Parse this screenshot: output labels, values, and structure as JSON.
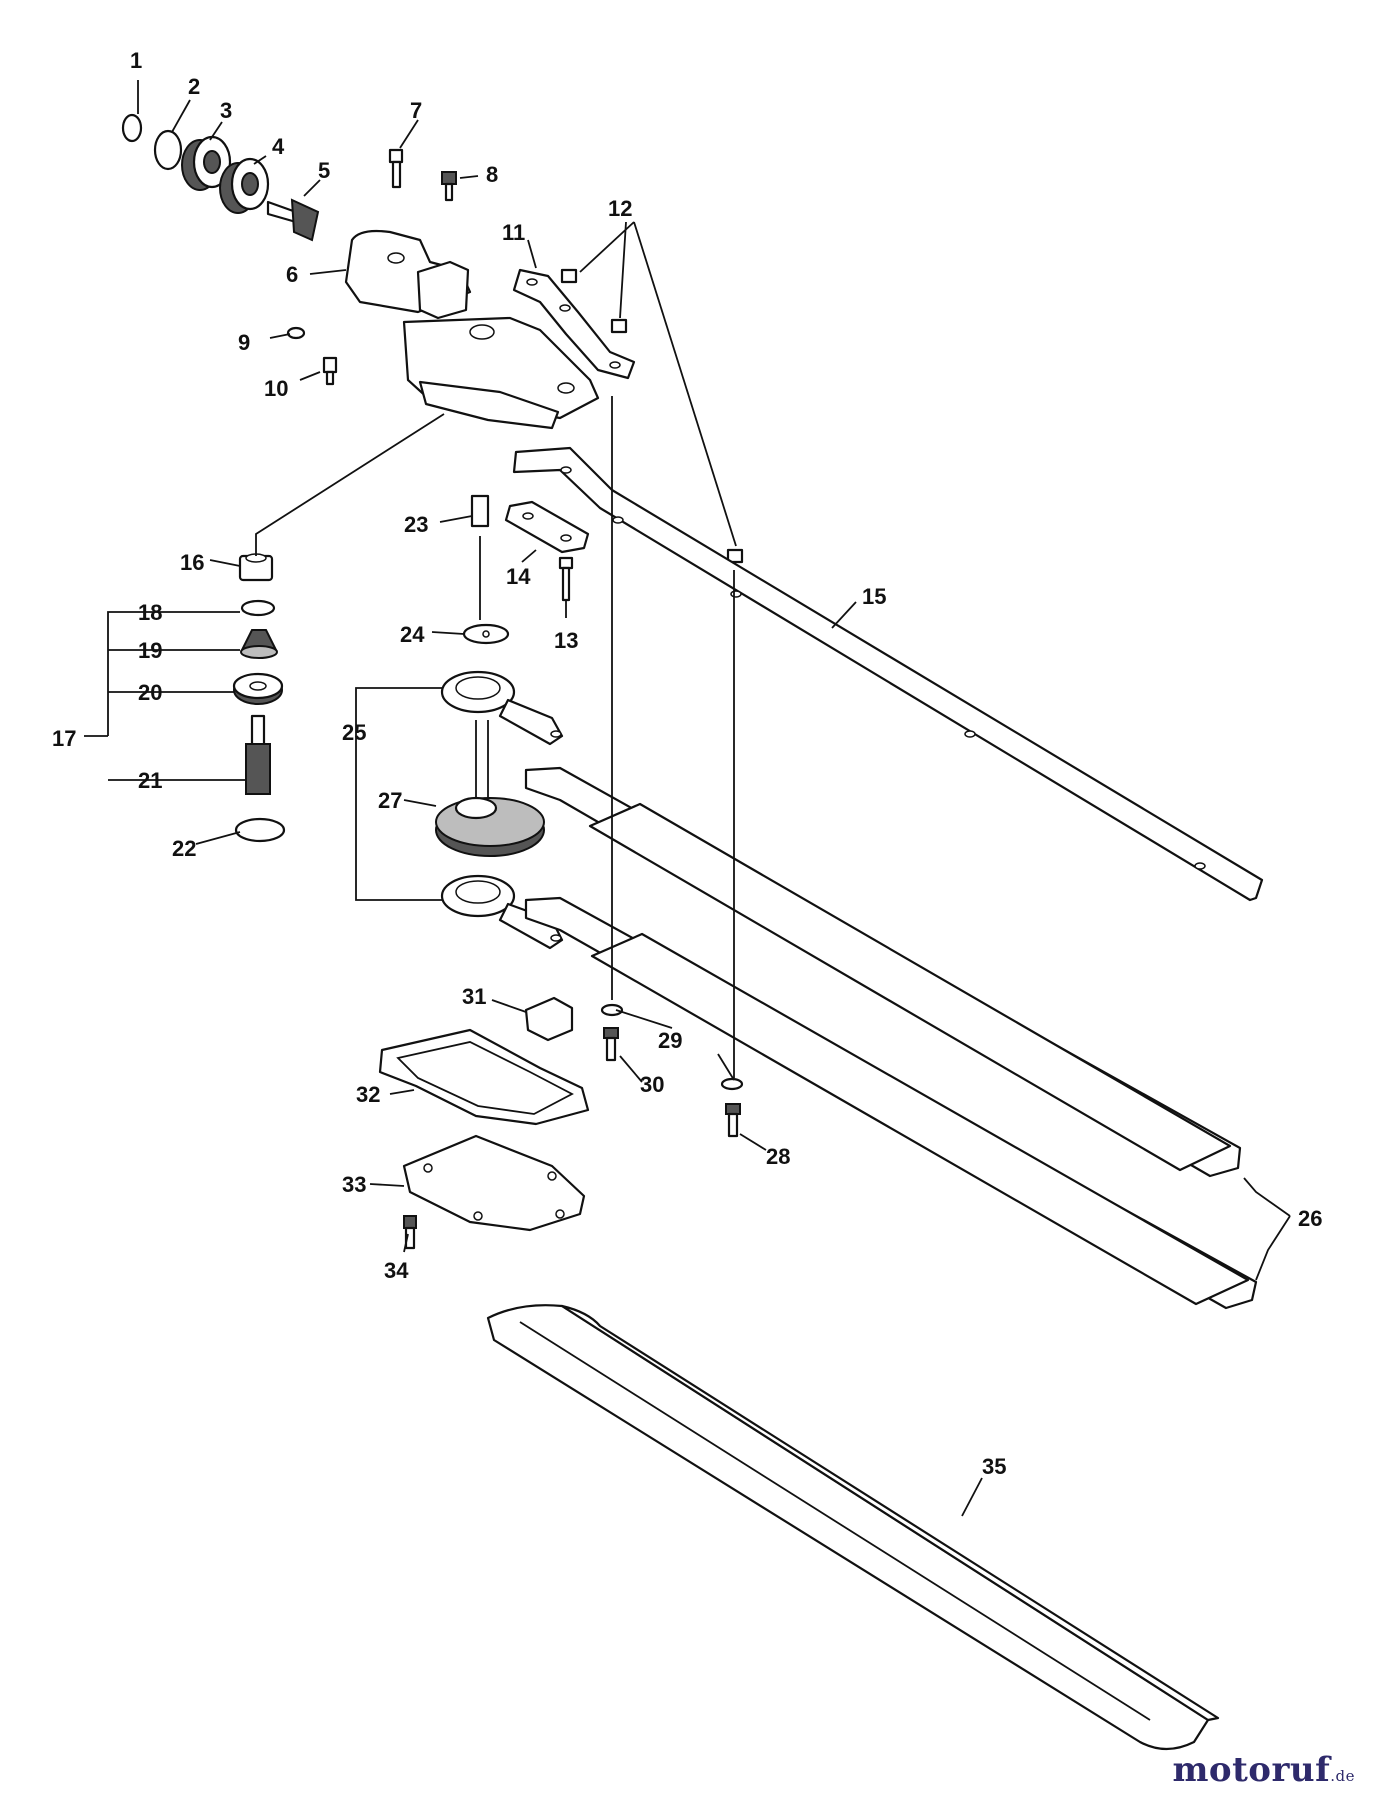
{
  "labels": {
    "l1": "1",
    "l2": "2",
    "l3": "3",
    "l4": "4",
    "l5": "5",
    "l6": "6",
    "l7": "7",
    "l8": "8",
    "l9": "9",
    "l10": "10",
    "l11": "11",
    "l12": "12",
    "l13": "13",
    "l14": "14",
    "l15": "15",
    "l16": "16",
    "l17": "17",
    "l18": "18",
    "l19": "19",
    "l20": "20",
    "l21": "21",
    "l22": "22",
    "l23": "23",
    "l24": "24",
    "l25": "25",
    "l26": "26",
    "l27": "27",
    "l28": "28",
    "l29": "29",
    "l30": "30",
    "l31": "31",
    "l32": "32",
    "l33": "33",
    "l34": "34",
    "l35": "35"
  },
  "watermark": {
    "main": "motoruf",
    "suffix": ".de"
  },
  "colors": {
    "ink": "#111111",
    "watermark_blue": "#2e2a6b",
    "watermark_red": "#c0392b"
  }
}
